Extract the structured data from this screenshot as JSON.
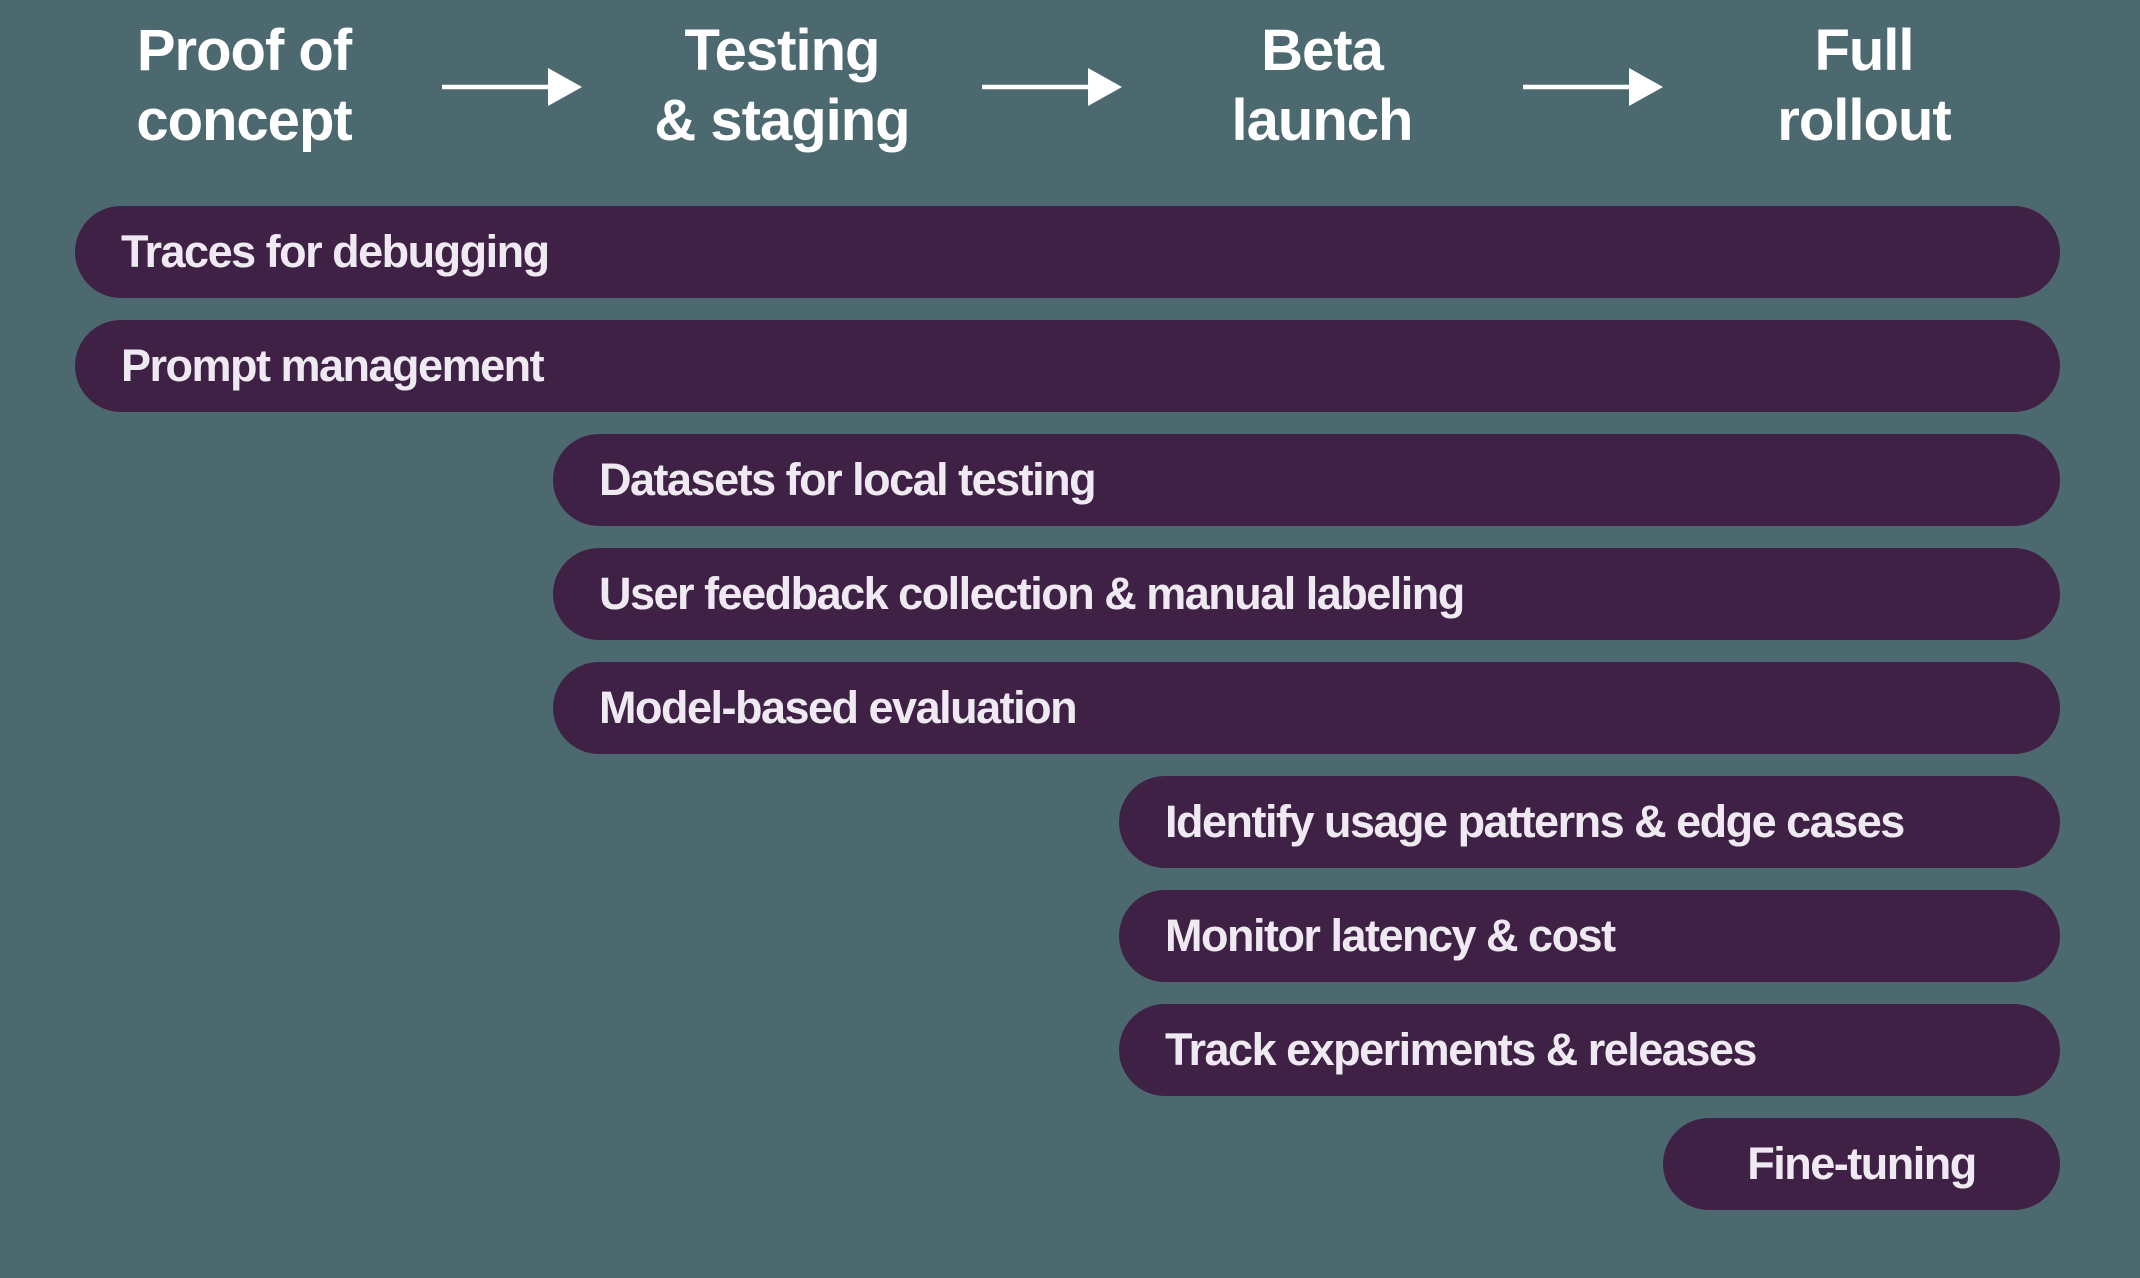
{
  "colors": {
    "background": "#4d6970",
    "bar": "#3f2146",
    "bar_text": "#efeaf2",
    "header_text": "#ffffff",
    "arrow": "#ffffff"
  },
  "stages": [
    {
      "id": "proof-of-concept",
      "lines": [
        "Proof of",
        "concept"
      ]
    },
    {
      "id": "testing-staging",
      "lines": [
        "Testing",
        "& staging"
      ]
    },
    {
      "id": "beta-launch",
      "lines": [
        "Beta",
        "launch"
      ]
    },
    {
      "id": "full-rollout",
      "lines": [
        "Full",
        "rollout"
      ]
    }
  ],
  "features": [
    {
      "label": "Traces for debugging",
      "start_stage": "Proof of concept",
      "end_stage": "Full rollout"
    },
    {
      "label": "Prompt management",
      "start_stage": "Proof of concept",
      "end_stage": "Full rollout"
    },
    {
      "label": "Datasets for local testing",
      "start_stage": "Testing & staging",
      "end_stage": "Full rollout"
    },
    {
      "label": "User feedback collection & manual labeling",
      "start_stage": "Testing & staging",
      "end_stage": "Full rollout"
    },
    {
      "label": "Model-based evaluation",
      "start_stage": "Testing & staging",
      "end_stage": "Full rollout"
    },
    {
      "label": "Identify usage patterns & edge cases",
      "start_stage": "Beta launch",
      "end_stage": "Full rollout"
    },
    {
      "label": "Monitor latency & cost",
      "start_stage": "Beta launch",
      "end_stage": "Full rollout"
    },
    {
      "label": "Track experiments & releases",
      "start_stage": "Beta launch",
      "end_stage": "Full rollout"
    },
    {
      "label": "Fine-tuning",
      "start_stage": "Full rollout",
      "end_stage": "Full rollout"
    }
  ]
}
